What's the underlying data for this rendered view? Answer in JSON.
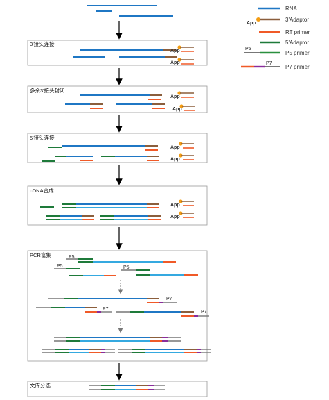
{
  "colors": {
    "rna": "#1f77c4",
    "adaptor3": "#8b5e3c",
    "rt": "#f05a28",
    "adaptor5": "#1e7a3a",
    "p5": "#2a8f3f",
    "p7_purple": "#8a2c9c",
    "cdna": "#35a9e0",
    "dot": "#f39c12",
    "grey": "#777777",
    "box": "#999999"
  },
  "legend": [
    {
      "label": "RNA"
    },
    {
      "label": "3'Adaptor",
      "tag": "App"
    },
    {
      "label": "RT primer"
    },
    {
      "label": "5'Adaptor",
      "tag": "P5"
    },
    {
      "label": "P5 primer"
    },
    {
      "label": "P7 primer",
      "tag": "P7"
    }
  ],
  "tags": {
    "app": "App",
    "p5": "P5",
    "p7": "P7"
  },
  "stages": [
    {
      "title": "3'接头连接"
    },
    {
      "title": "多余3'接头封闭"
    },
    {
      "title": "5'接头连接"
    },
    {
      "title": "cDNA合成"
    },
    {
      "title": "PCR富集"
    },
    {
      "title": "文库分选"
    }
  ]
}
